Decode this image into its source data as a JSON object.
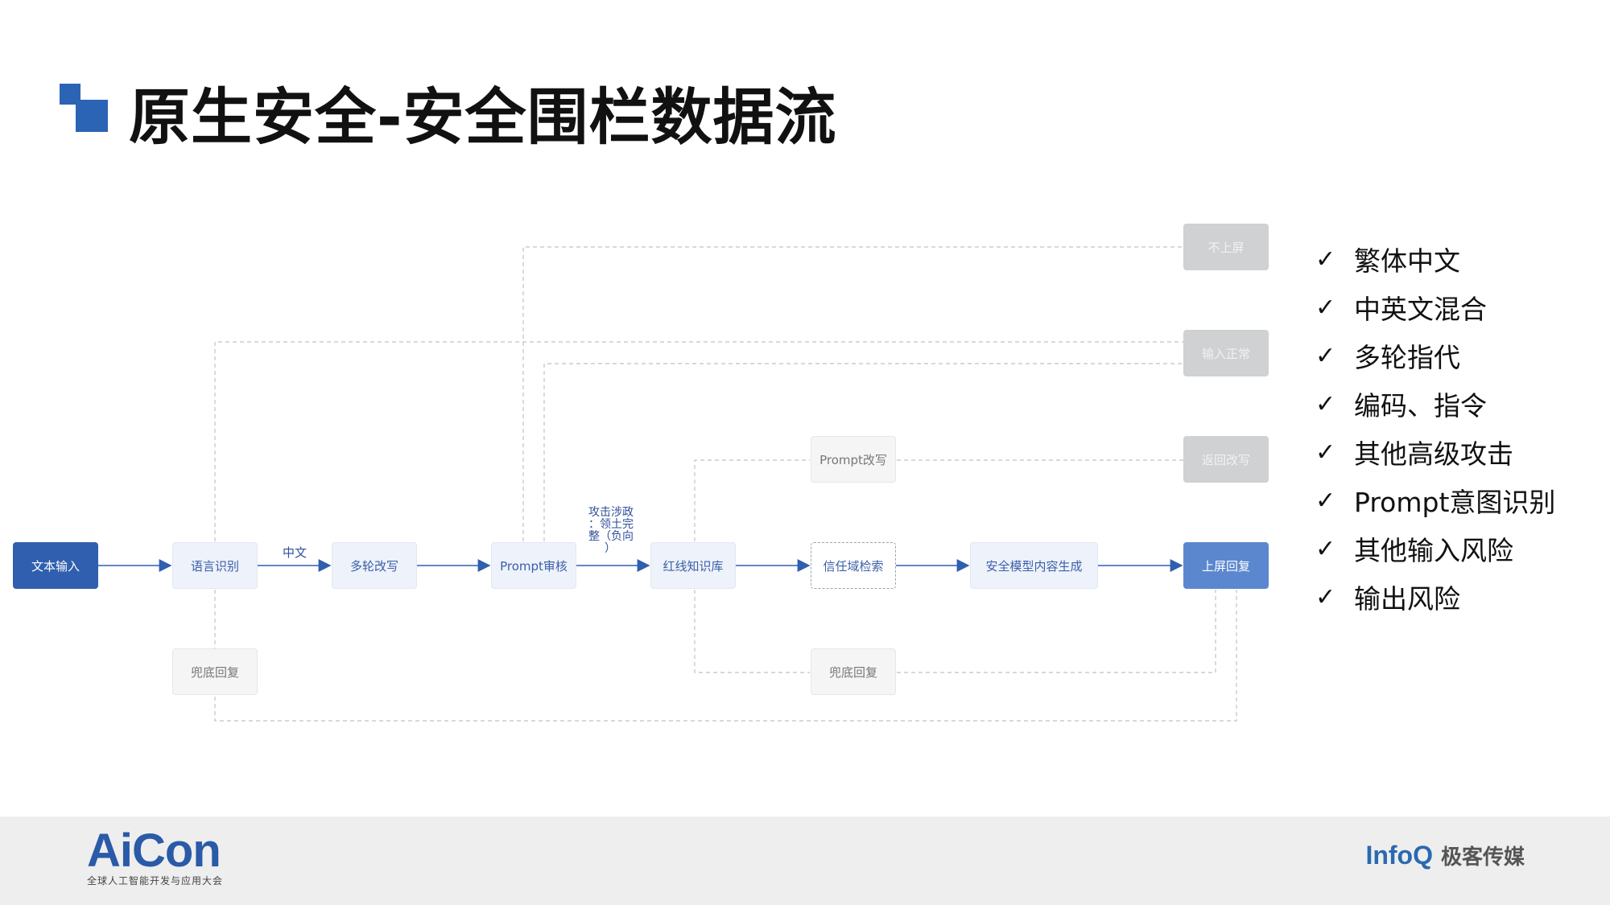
{
  "title": "原生安全-安全围栏数据流",
  "nodes": {
    "text_input": "文本输入",
    "lang_detect": "语言识别",
    "multi_rewrite": "多轮改写",
    "prompt_review": "Prompt审核",
    "redline_kb": "红线知识库",
    "trust_search": "信任域检索",
    "safe_gen": "安全模型内容生成",
    "screen_reply": "上屏回复",
    "no_screen": "不上屏",
    "input_normal": "输入正常",
    "return_rewrite": "返回改写",
    "prompt_rewrite": "Prompt改写",
    "fallback_1": "兜底回复",
    "fallback_2": "兜底回复"
  },
  "edge_labels": {
    "chinese": "中文",
    "attack_line1": "攻击涉政",
    "attack_line2": "：领土完",
    "attack_line3": "整（负向",
    "attack_line4": "）"
  },
  "checklist": [
    "繁体中文",
    "中英文混合",
    "多轮指代",
    "编码、指令",
    "其他高级攻击",
    "Prompt意图识别",
    "其他输入风险",
    "输出风险"
  ],
  "check_glyph": "✓",
  "footer": {
    "aicon_logo": "AiCon",
    "aicon_sub": "全球人工智能开发与应用大会",
    "infoq_brand": "InfoQ",
    "infoq_cn": "极客传媒"
  },
  "colors": {
    "accent": "#2b64b4",
    "node_dark": "#2f5fae",
    "node_mid": "#5b87cf",
    "node_light": "#eef2fa",
    "node_grey": "#cfd1d3"
  }
}
